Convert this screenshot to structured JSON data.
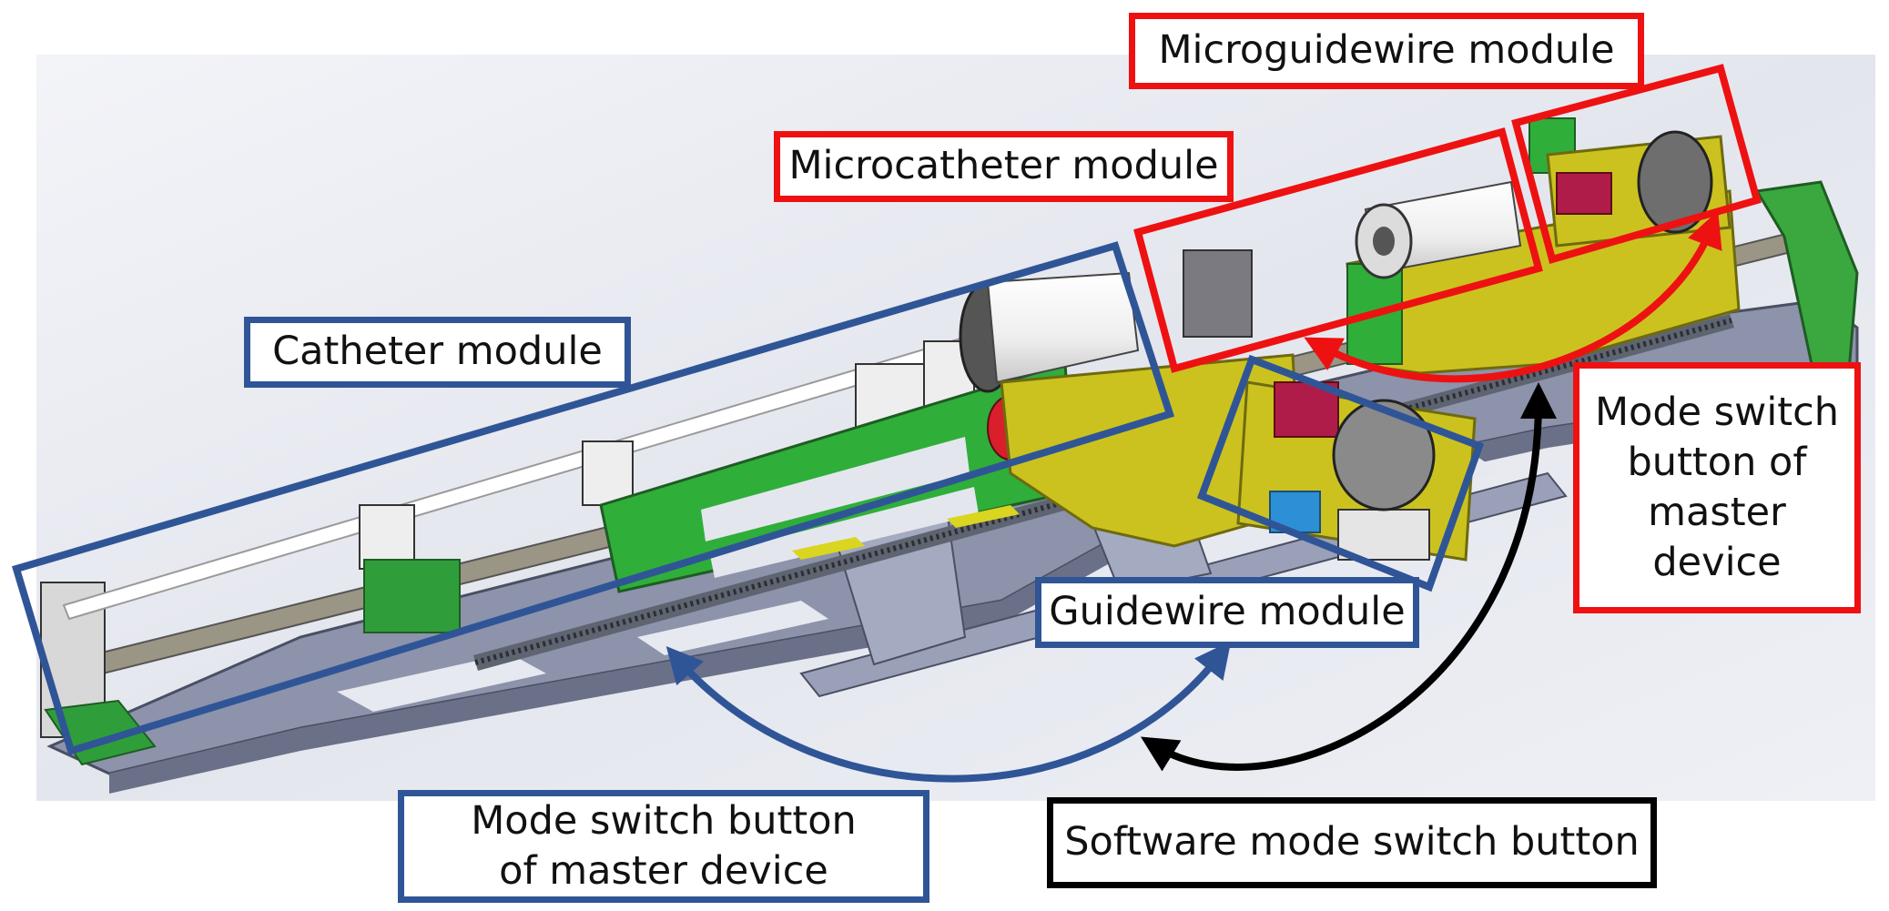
{
  "labels": {
    "microguidewire": "Microguidewire module",
    "microcatheter": "Microcatheter module",
    "catheter": "Catheter module",
    "guidewire": "Guidewire module",
    "mode_switch_red": [
      "Mode switch",
      "button of",
      "master",
      "device"
    ],
    "mode_switch_blue": [
      "Mode switch button",
      "of master device"
    ],
    "software_switch": "Software mode switch button"
  },
  "colors": {
    "blue_frame": "#2f5597",
    "red_frame": "#ee1111",
    "black_frame": "#000000",
    "device_yellow": "#cbc21f",
    "device_green": "#2fae3a",
    "base_plate": "#8c93ab"
  }
}
